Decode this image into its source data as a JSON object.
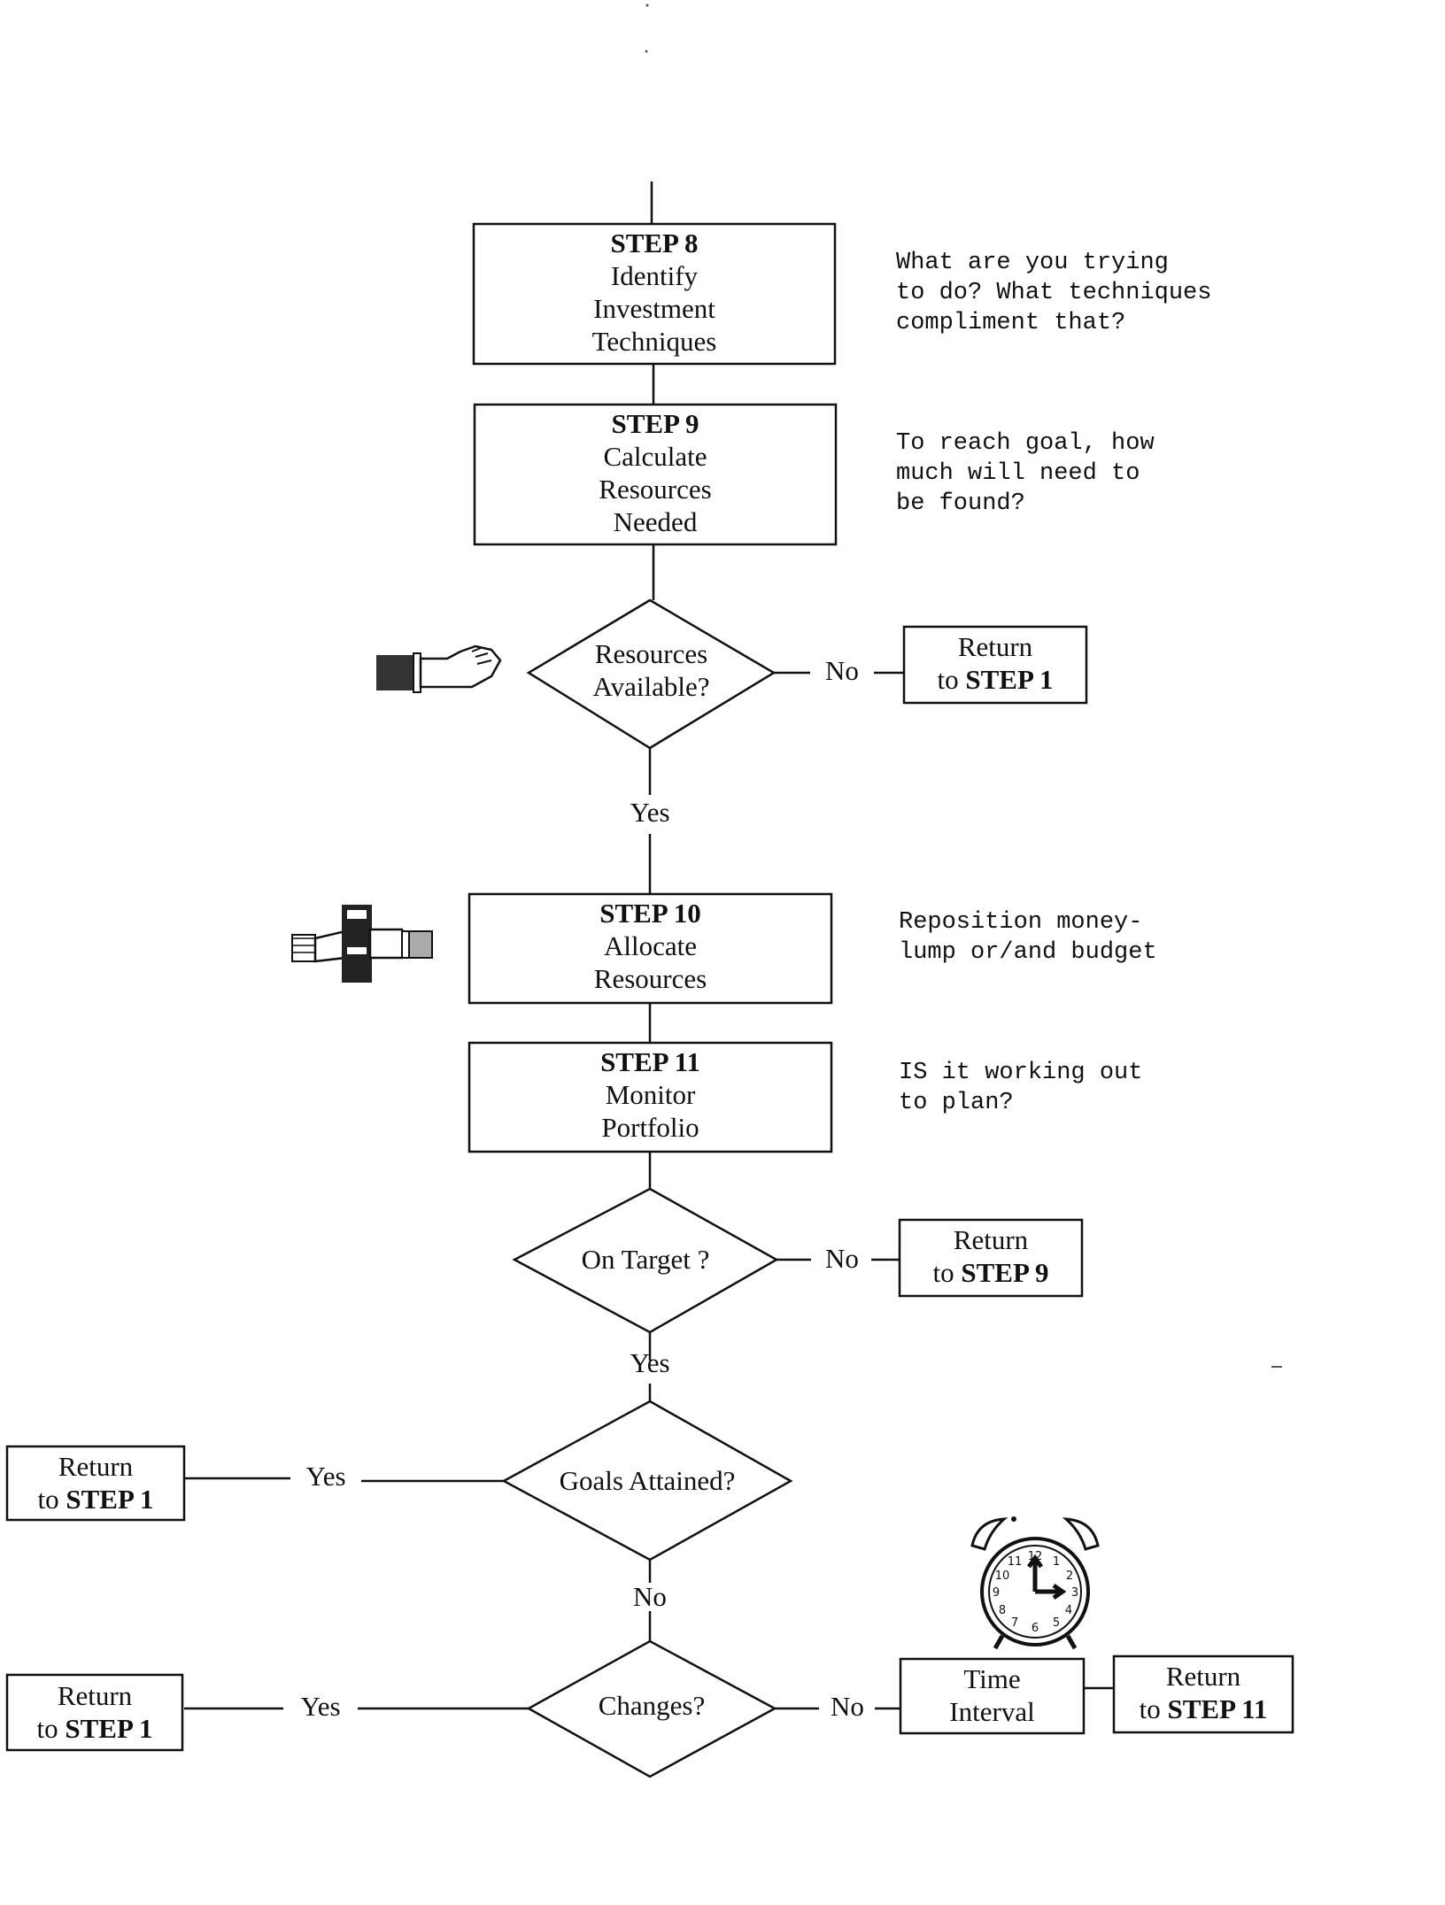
{
  "steps": {
    "step8": {
      "title": "STEP 8",
      "lines": [
        "Identify",
        "Investment",
        "Techniques"
      ],
      "note": [
        "What are you trying",
        "to do? What techniques",
        "compliment that?"
      ]
    },
    "step9": {
      "title": "STEP 9",
      "lines": [
        "Calculate",
        "Resources",
        "Needed"
      ],
      "note": [
        "To reach goal, how",
        "much will need to",
        "be found?"
      ]
    },
    "step10": {
      "title": "STEP 10",
      "lines": [
        "Allocate",
        "Resources"
      ],
      "note": [
        "Reposition money-",
        "lump or/and budget"
      ]
    },
    "step11": {
      "title": "STEP 11",
      "lines": [
        "Monitor",
        "Portfolio"
      ],
      "note": [
        "IS it working out",
        "to plan?"
      ]
    }
  },
  "decisions": {
    "resources": {
      "lines": [
        "Resources",
        "Available?"
      ]
    },
    "target": {
      "lines": [
        "On Target ?"
      ]
    },
    "goals": {
      "lines": [
        "Goals Attained?"
      ]
    },
    "changes": {
      "lines": [
        "Changes?"
      ]
    }
  },
  "labels": {
    "no": "No",
    "yes": "Yes"
  },
  "returns": {
    "return_word": "Return",
    "to_word": "to",
    "step1": "STEP 1",
    "step9": "STEP 9",
    "step11": "STEP 11"
  },
  "time_interval": {
    "lines": [
      "Time",
      "Interval"
    ]
  },
  "icons": [
    "pointing-hand-icon",
    "money-exchange-icon",
    "alarm-clock-icon"
  ]
}
